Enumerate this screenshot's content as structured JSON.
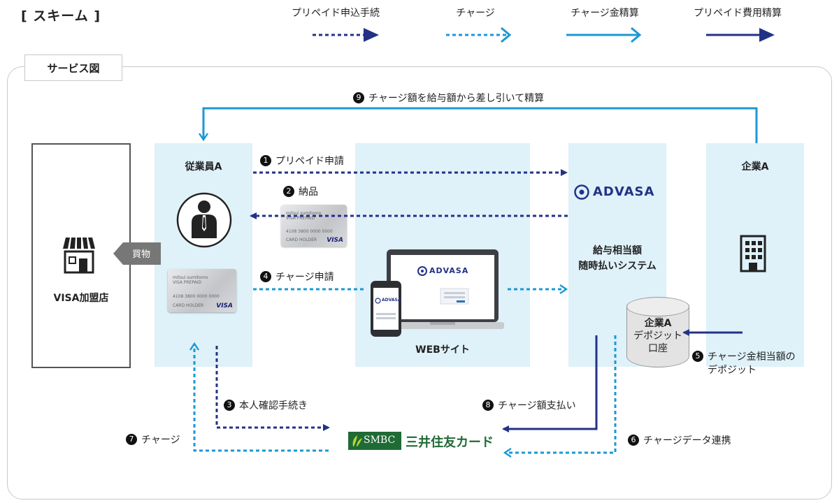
{
  "scheme_title": "[ スキーム ]",
  "legend": {
    "prepaid_application": "プリペイド申込手続",
    "charge": "チャージ",
    "charge_settlement": "チャージ金精算",
    "prepaid_fee_settlement": "プリペイド費用精算"
  },
  "service_tab": "サービス図",
  "store": {
    "label": "VISA加盟店",
    "shopping": "買物"
  },
  "employee": {
    "title": "従業員A"
  },
  "web": {
    "label": "WEBサイト",
    "advasa_logo": "ADVASA"
  },
  "advasa": {
    "logo": "ADVASA",
    "system_line1": "給与相当額",
    "system_line2": "随時払いシステム"
  },
  "company": {
    "title": "企業A",
    "deposit_line1": "企業A",
    "deposit_line2": "デポジット",
    "deposit_line3": "口座"
  },
  "card": {
    "brand1": "mitsui sumitomo",
    "brand2": "VISA PREPAID",
    "number": "4108 3800 0000 0000",
    "holder": "CARD HOLDER",
    "network": "VISA"
  },
  "smbc": {
    "mark": "SMBC",
    "name": "三井住友カード"
  },
  "steps": {
    "s1": "プリペイド申請",
    "s2": "納品",
    "s3": "本人確認手続き",
    "s4": "チャージ申請",
    "s5_line1": "チャージ金相当額の",
    "s5_line2": "デポジット",
    "s6": "チャージデータ連携",
    "s7": "チャージ",
    "s8": "チャージ額支払い",
    "s9": "チャージ額を給与額から差し引いて精算"
  },
  "colors": {
    "dark_navy": "#233287",
    "light_blue": "#1b98d5",
    "panel_bg": "#dff1f9",
    "smbc_green": "#1f6b35"
  }
}
